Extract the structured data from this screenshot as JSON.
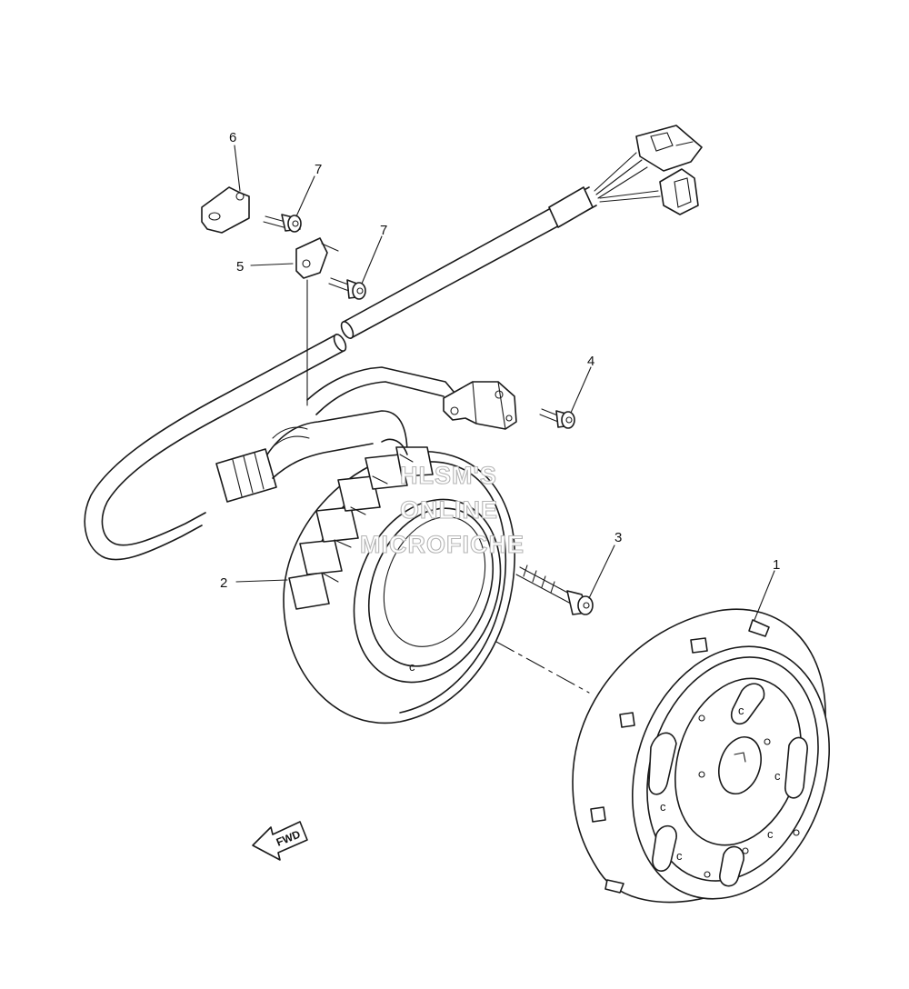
{
  "diagram": {
    "callouts": [
      {
        "id": "c1",
        "label": "1"
      },
      {
        "id": "c2",
        "label": "2"
      },
      {
        "id": "c3",
        "label": "3"
      },
      {
        "id": "c4",
        "label": "4"
      },
      {
        "id": "c5",
        "label": "5"
      },
      {
        "id": "c6",
        "label": "6"
      },
      {
        "id": "c7a",
        "label": "7"
      },
      {
        "id": "c7b",
        "label": "7"
      }
    ],
    "fwd_label": "FWD",
    "watermark": [
      "HLSM'S",
      "ONLINE",
      "MICROFICHE"
    ],
    "colors": {
      "line": "#1a1a1a",
      "watermark_outline": "#b5b5b5",
      "background": "#ffffff"
    }
  }
}
